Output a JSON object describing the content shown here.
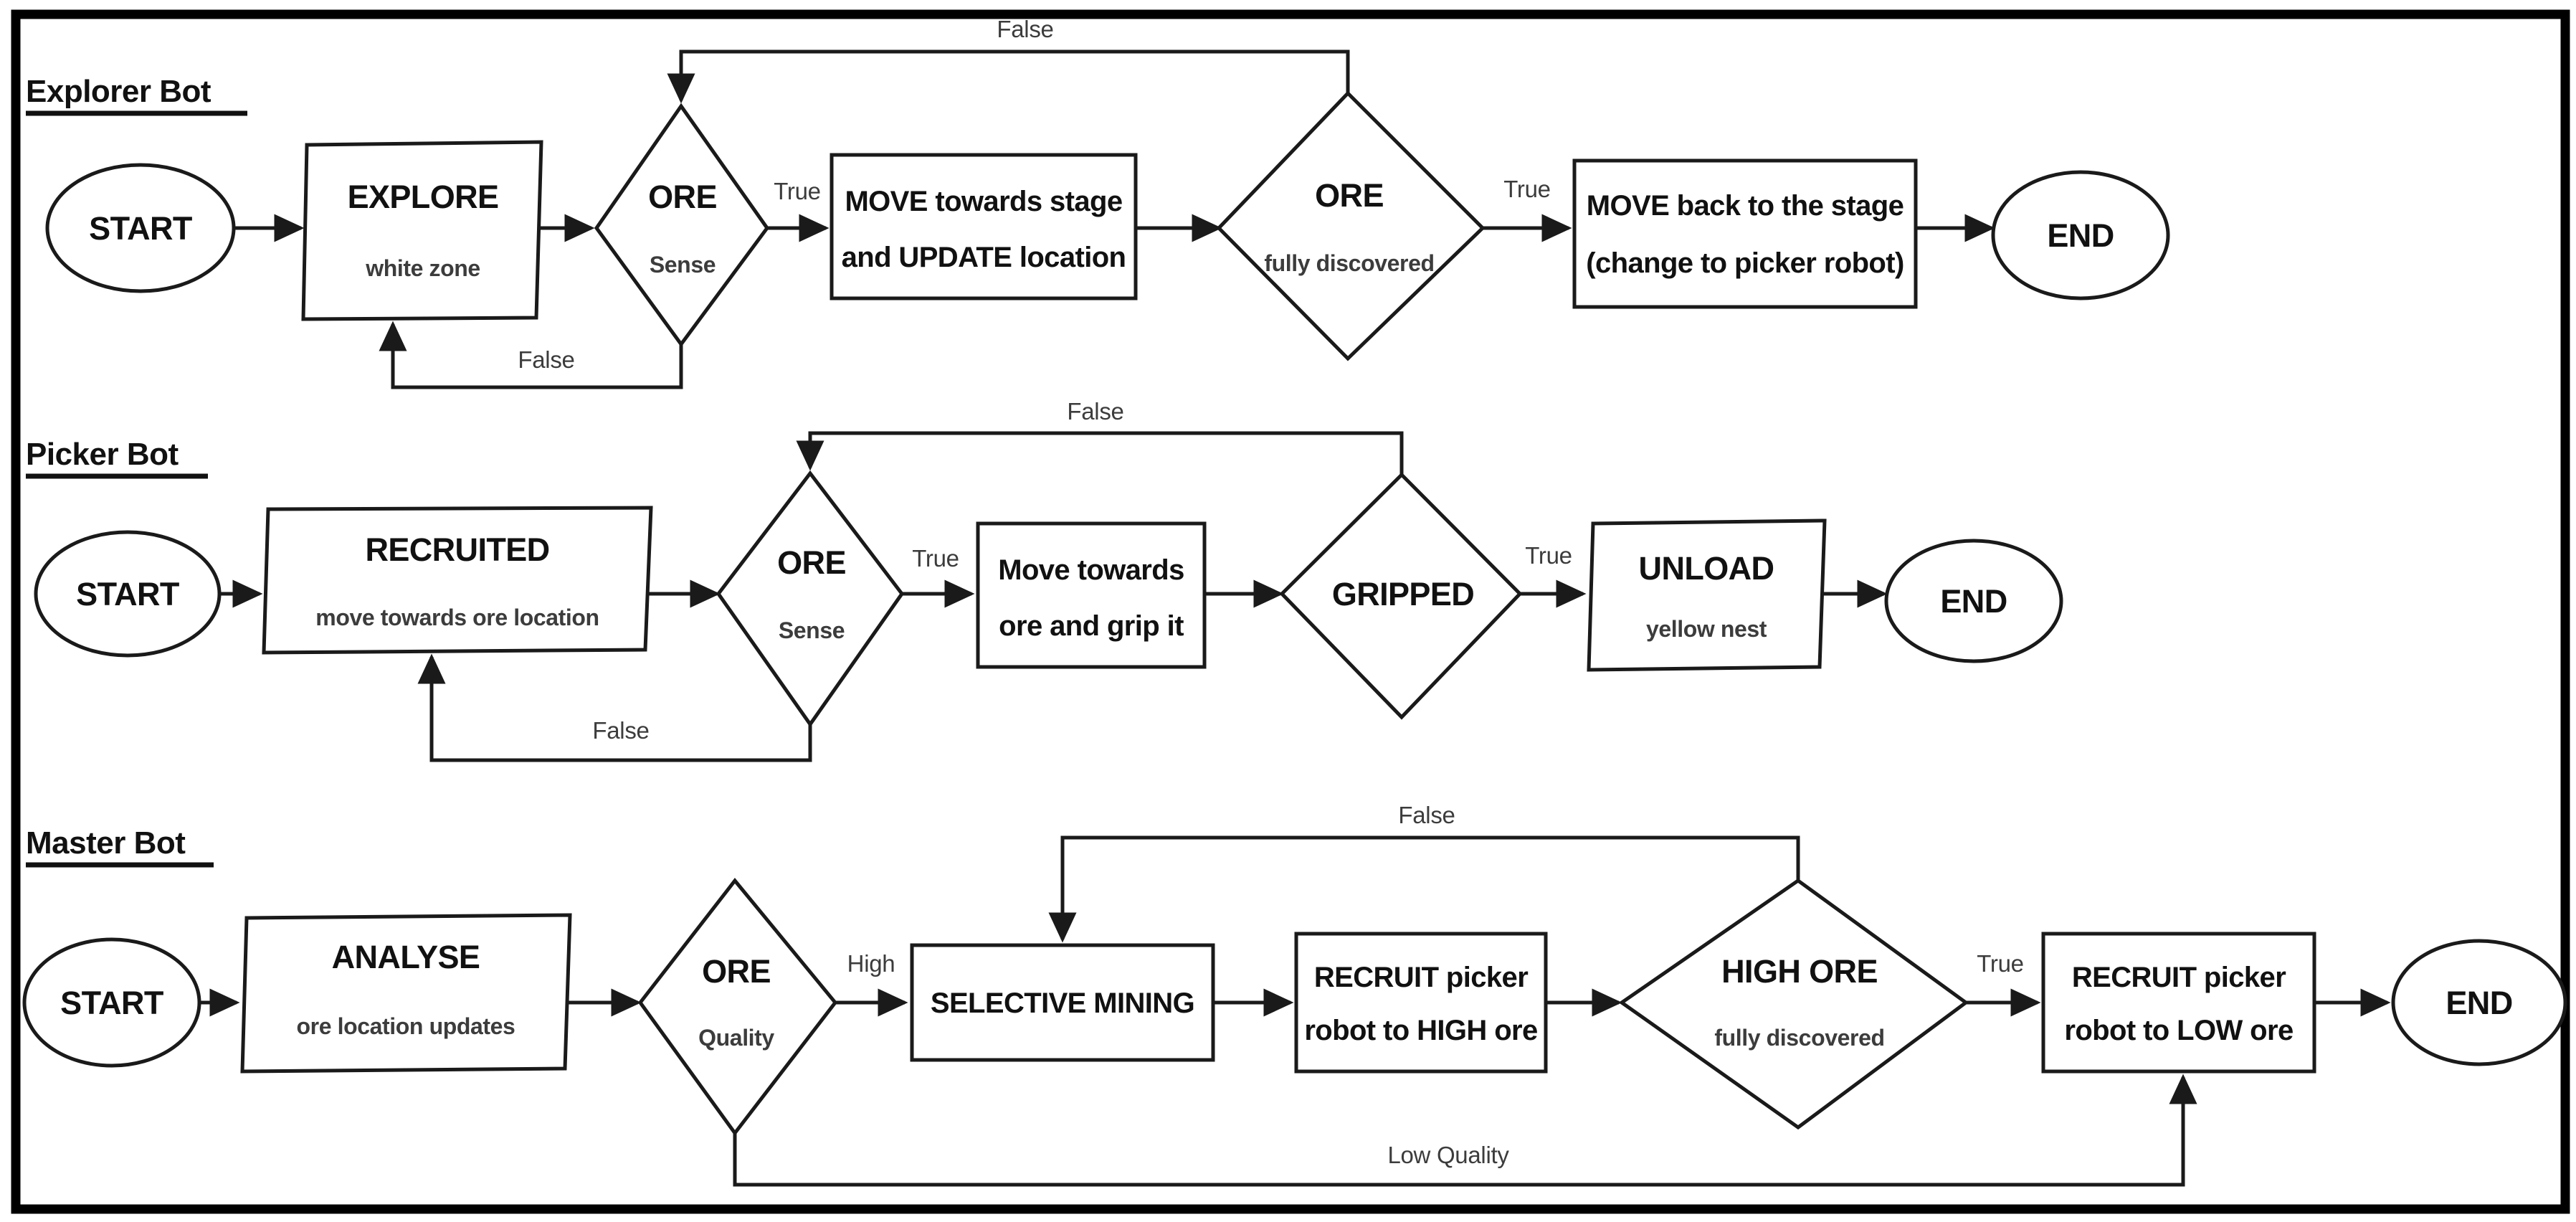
{
  "diagram": {
    "title_explorer": "Explorer Bot",
    "title_picker": "Picker Bot",
    "title_master": "Master Bot",
    "terminals": {
      "start": "START",
      "end": "END"
    }
  },
  "explorer_bot": {
    "heading": "Explorer Bot",
    "start": "START",
    "end": "END",
    "nodes": [
      {
        "id": "explore",
        "type": "process",
        "title": "EXPLORE",
        "sub": "white zone"
      },
      {
        "id": "ore_sense",
        "type": "decision",
        "title": "ORE",
        "sub": "Sense"
      },
      {
        "id": "move_stage",
        "type": "process",
        "line1": "MOVE towards stage",
        "line2": "and UPDATE location"
      },
      {
        "id": "ore_full",
        "type": "decision",
        "title": "ORE",
        "sub": "fully discovered"
      },
      {
        "id": "move_back",
        "type": "process",
        "line1": "MOVE back to the stage",
        "line2": "(change to picker robot)"
      }
    ],
    "edges": [
      {
        "from": "ore_sense",
        "to": "move_stage",
        "label": "True"
      },
      {
        "from": "ore_sense",
        "to": "explore",
        "label": "False"
      },
      {
        "from": "ore_full",
        "to": "move_back",
        "label": "True"
      },
      {
        "from": "ore_full",
        "to": "ore_sense",
        "label": "False"
      }
    ]
  },
  "picker_bot": {
    "heading": "Picker Bot",
    "start": "START",
    "end": "END",
    "nodes": [
      {
        "id": "recruited",
        "type": "process",
        "title": "RECRUITED",
        "sub": "move towards ore location"
      },
      {
        "id": "ore_sense",
        "type": "decision",
        "title": "ORE",
        "sub": "Sense"
      },
      {
        "id": "move_grip",
        "type": "process",
        "line1": "Move towards",
        "line2": "ore and grip it"
      },
      {
        "id": "gripped",
        "type": "decision",
        "title": "GRIPPED",
        "sub": ""
      },
      {
        "id": "unload",
        "type": "process",
        "title": "UNLOAD",
        "sub": "yellow nest"
      }
    ],
    "edges": [
      {
        "from": "ore_sense",
        "to": "move_grip",
        "label": "True"
      },
      {
        "from": "ore_sense",
        "to": "recruited",
        "label": "False"
      },
      {
        "from": "gripped",
        "to": "unload",
        "label": "True"
      },
      {
        "from": "gripped",
        "to": "ore_sense",
        "label": "False"
      }
    ]
  },
  "master_bot": {
    "heading": "Master Bot",
    "start": "START",
    "end": "END",
    "nodes": [
      {
        "id": "analyse",
        "type": "process",
        "title": "ANALYSE",
        "sub": "ore location updates"
      },
      {
        "id": "ore_quality",
        "type": "decision",
        "title": "ORE",
        "sub": "Quality"
      },
      {
        "id": "selective_mining",
        "type": "process",
        "title": "SELECTIVE MINING"
      },
      {
        "id": "recruit_high",
        "type": "process",
        "line1": "RECRUIT picker",
        "line2": "robot to HIGH ore"
      },
      {
        "id": "high_ore",
        "type": "decision",
        "title": "HIGH ORE",
        "sub": "fully discovered"
      },
      {
        "id": "recruit_low",
        "type": "process",
        "line1": "RECRUIT picker",
        "line2": "robot to LOW ore"
      }
    ],
    "edges": [
      {
        "from": "ore_quality",
        "to": "selective_mining",
        "label": "High"
      },
      {
        "from": "ore_quality",
        "to": "recruit_low",
        "label": "Low Quality"
      },
      {
        "from": "high_ore",
        "to": "recruit_low",
        "label": "True"
      },
      {
        "from": "high_ore",
        "to": "selective_mining",
        "label": "False"
      }
    ]
  },
  "colors": {
    "stroke": "#1a1a1a",
    "sub_text": "#3c3c3c",
    "frame": "#000000",
    "background": "#ffffff"
  }
}
